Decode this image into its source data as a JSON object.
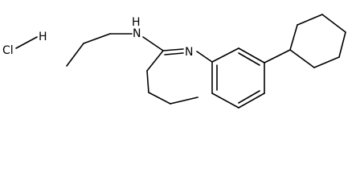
{
  "molecule": {
    "salt": {
      "chlorine": "Cl",
      "hydrogen": "H"
    },
    "atoms": {
      "amine_nitrogen": {
        "symbol": "N",
        "hydrogen": "H"
      },
      "imine_nitrogen": {
        "symbol": "N"
      }
    }
  },
  "colors": {
    "bond": "#000000",
    "text": "#000000",
    "background": "#ffffff"
  }
}
